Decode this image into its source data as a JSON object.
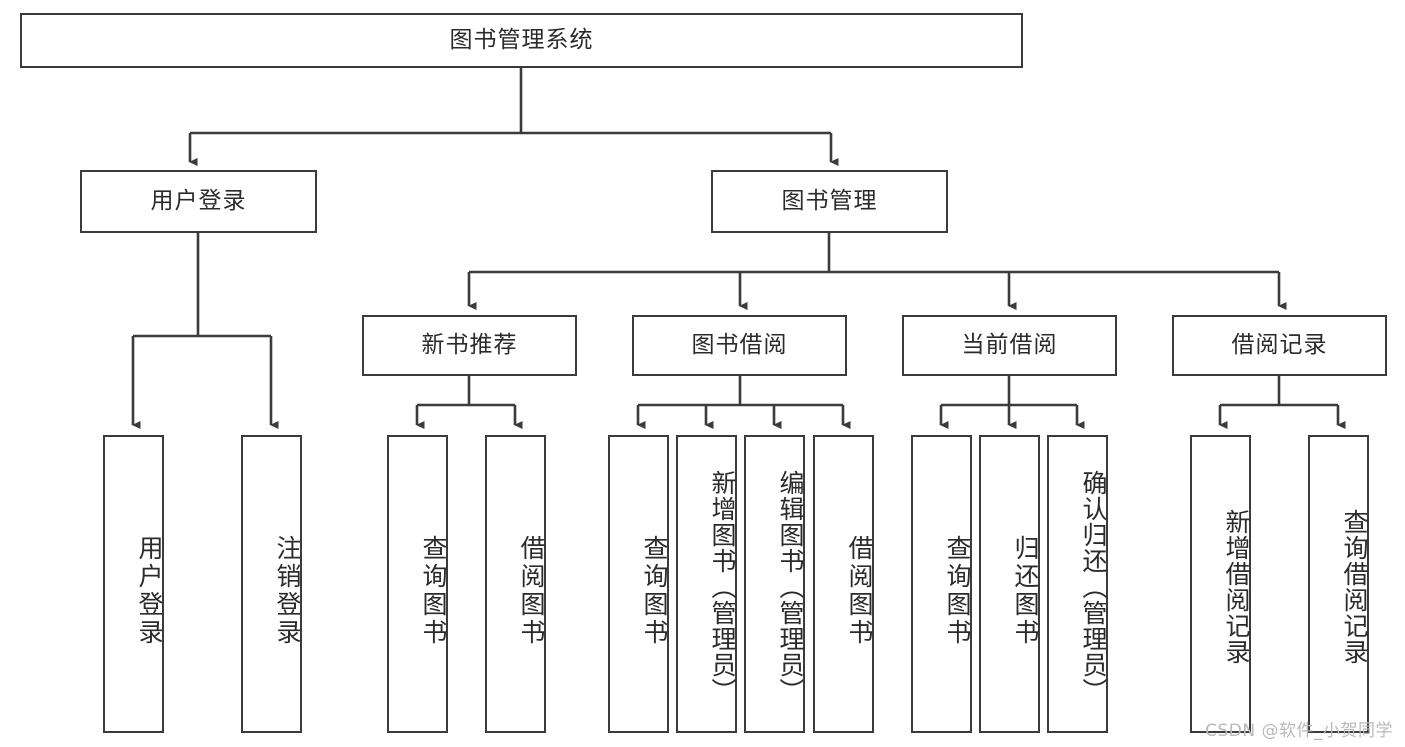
{
  "diagram": {
    "type": "tree-hierarchy",
    "title": "图书管理系统",
    "watermark": "CSDN @软件_小贺同学",
    "colors": {
      "box_border": "#3b3b3b",
      "box_fill": "#ffffff",
      "connector": "#3b3b3b",
      "text": "#2b2b2b",
      "watermark": "#b9b9b9"
    },
    "root": {
      "label": "图书管理系统"
    },
    "level2": [
      {
        "label": "用户登录"
      },
      {
        "label": "图书管理"
      }
    ],
    "level3": [
      {
        "label": "新书推荐"
      },
      {
        "label": "图书借阅"
      },
      {
        "label": "当前借阅"
      },
      {
        "label": "借阅记录"
      }
    ],
    "leaves": {
      "user_login": [
        {
          "label": "用户登录"
        },
        {
          "label": "注销登录"
        }
      ],
      "new_book_recommend": [
        {
          "label": "查询图书"
        },
        {
          "label": "借阅图书"
        }
      ],
      "book_borrow": [
        {
          "label": "查询图书"
        },
        {
          "label": "新增图书（管理员）"
        },
        {
          "label": "编辑图书（管理员）"
        },
        {
          "label": "借阅图书"
        }
      ],
      "current_borrow": [
        {
          "label": "查询图书"
        },
        {
          "label": "归还图书"
        },
        {
          "label": "确认归还（管理员）"
        }
      ],
      "borrow_records": [
        {
          "label": "新增借阅记录"
        },
        {
          "label": "查询借阅记录"
        }
      ]
    }
  }
}
